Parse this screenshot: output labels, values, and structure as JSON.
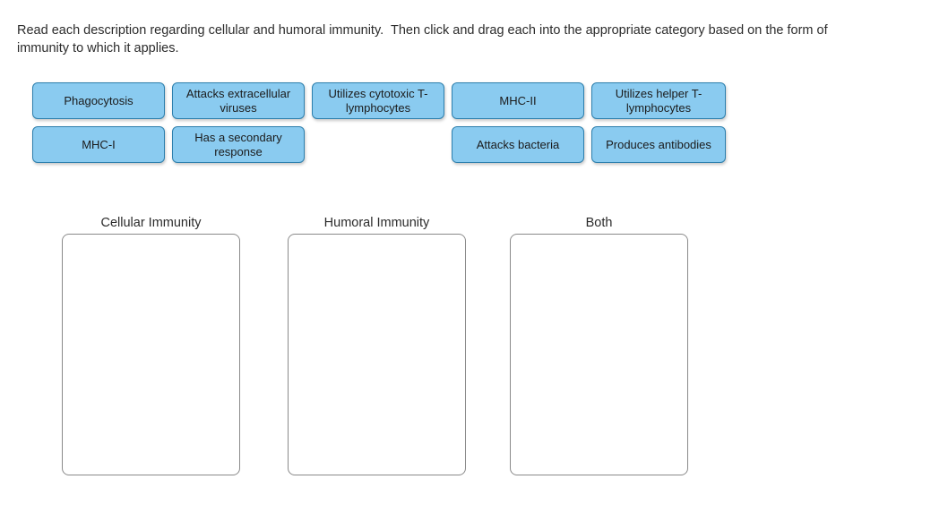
{
  "prompt": {
    "text": "Read each description regarding cellular and humoral immunity.  Then click and drag each into the appropriate category based on the form of immunity to which it applies."
  },
  "tile_bank": {
    "columns": [
      {
        "tiles": [
          {
            "label": "Phagocytosis"
          },
          {
            "label": "MHC-I"
          }
        ]
      },
      {
        "tiles": [
          {
            "label": "Attacks extracellular viruses"
          },
          {
            "label": "Has a secondary response"
          }
        ]
      },
      {
        "tiles": [
          {
            "label": "Utilizes cytotoxic T-lymphocytes"
          },
          {
            "label": ""
          }
        ]
      },
      {
        "tiles": [
          {
            "label": "MHC-II"
          },
          {
            "label": "Attacks bacteria"
          }
        ]
      },
      {
        "tiles": [
          {
            "label": "Utilizes helper T-lymphocytes"
          },
          {
            "label": "Produces antibodies"
          }
        ]
      }
    ]
  },
  "drop_zones": [
    {
      "label": "Cellular Immunity",
      "items": []
    },
    {
      "label": "Humoral Immunity",
      "items": []
    },
    {
      "label": "Both",
      "items": []
    }
  ],
  "colors": {
    "tile_fill": "#8ACBF0",
    "tile_border": "#2d7fad",
    "zone_border": "#8a8a8a",
    "text": "#2b2b2b",
    "background": "#ffffff"
  }
}
